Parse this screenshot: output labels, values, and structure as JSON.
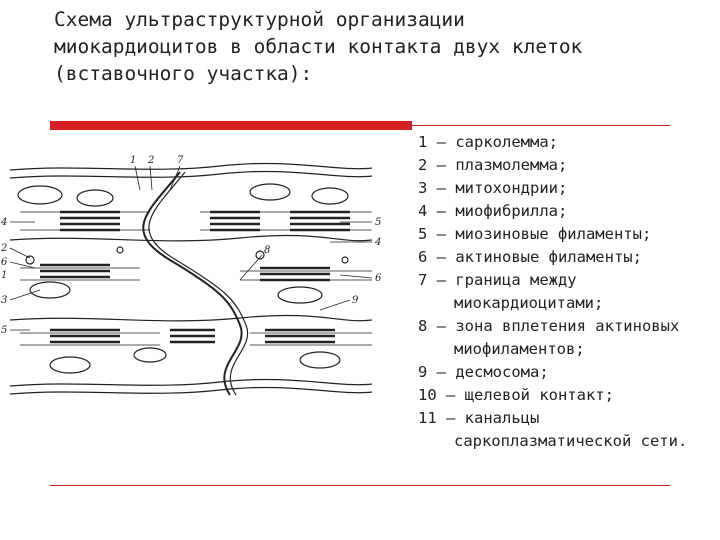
{
  "title_lines": [
    "Схема ультраструктурной организации",
    "миокардиоцитов в области контакта двух клеток",
    "(вставочного участка):"
  ],
  "legend": [
    {
      "lines": [
        "1 — сарколемма;"
      ]
    },
    {
      "lines": [
        " 2 — плазмолемма;"
      ]
    },
    {
      "lines": [
        "3 — митохондрии;"
      ]
    },
    {
      "lines": [
        "4 — миофибрилла;"
      ]
    },
    {
      "lines": [
        " 5 — миозиновые филаменты;"
      ]
    },
    {
      "lines": [
        "6 — актиновые филаменты;"
      ]
    },
    {
      "lines": [
        "7 — граница между",
        "миокардиоцитами;"
      ]
    },
    {
      "lines": [
        "8 — зона вплетения актиновых",
        "миофиламентов;"
      ]
    },
    {
      "lines": [
        "9 — десмосома;"
      ]
    },
    {
      "lines": [
        "10 — щелевой контакт;"
      ]
    },
    {
      "lines": [
        " 11 — канальцы",
        "саркоплазматической сети."
      ]
    }
  ],
  "diagram_labels": {
    "top": [
      "1",
      "2",
      "7"
    ],
    "left": [
      "4",
      "2",
      "6",
      "1",
      "3",
      "5"
    ],
    "right": [
      "5",
      "4",
      "6",
      "8",
      "9"
    ]
  },
  "colors": {
    "accent_red": "#d42020",
    "ink": "#222222"
  }
}
